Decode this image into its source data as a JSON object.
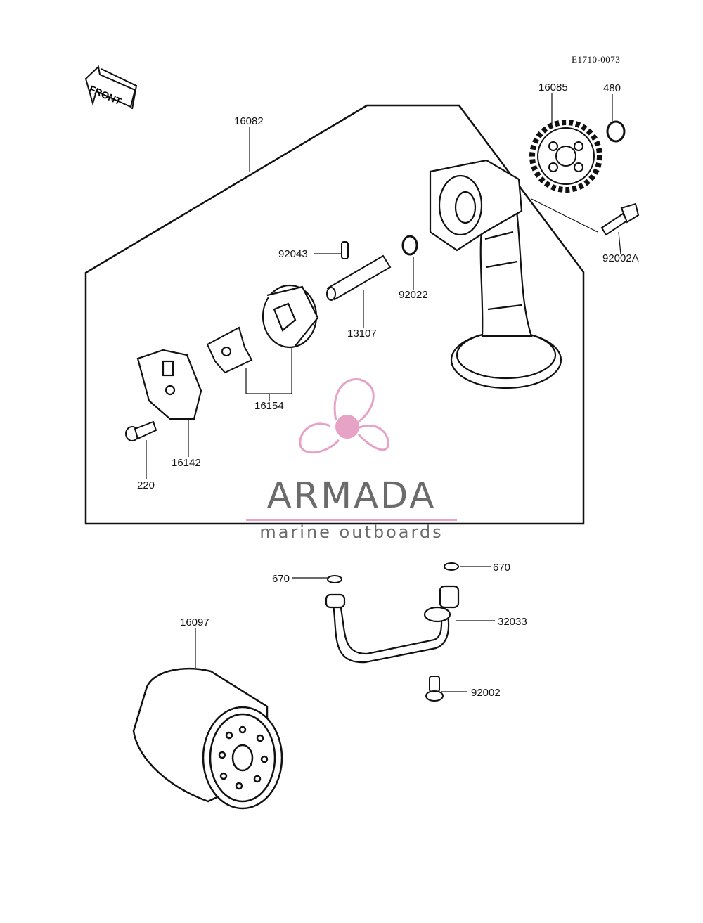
{
  "diagram": {
    "code": "E1710-0073",
    "front_label": "FRONT",
    "callouts": {
      "c16082": "16082",
      "c16085": "16085",
      "c480": "480",
      "c92043": "92043",
      "c92022": "92022",
      "c92002A": "92002A",
      "c13107": "13107",
      "c16154": "16154",
      "c16142": "16142",
      "c220": "220",
      "c670a": "670",
      "c670b": "670",
      "c32033": "32033",
      "c16097": "16097",
      "c92002": "92002"
    }
  },
  "watermark": {
    "brand": "ARMADA",
    "tagline": "marine outboards",
    "accent_color": "#e6a3c6",
    "text_color": "#6b6b6b"
  }
}
